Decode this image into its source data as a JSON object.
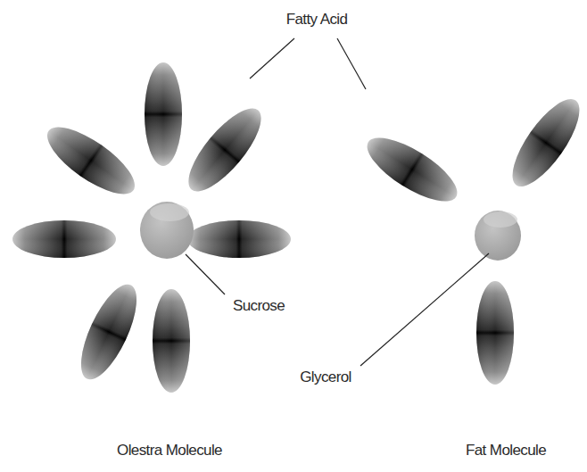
{
  "diagram": {
    "labels": [
      "Fatty Acid",
      "Sucrose",
      "Glycerol",
      "Olestra Molecule",
      "Fat Molecule"
    ]
  }
}
